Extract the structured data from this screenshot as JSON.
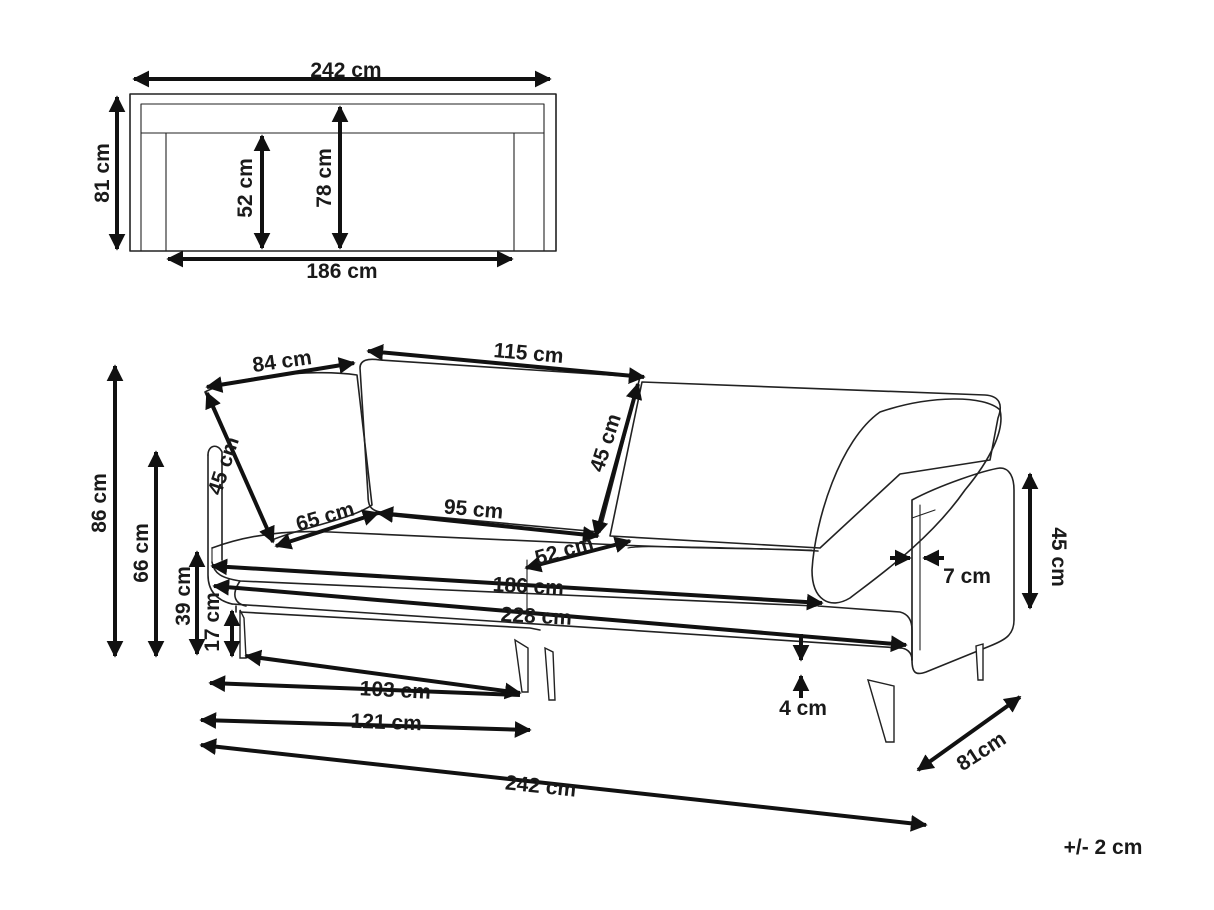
{
  "top_view": {
    "width": "242 cm",
    "depth": "81 cm",
    "seat_depth": "52 cm",
    "inner_depth": "78 cm",
    "seat_width": "186 cm"
  },
  "perspective_view": {
    "total_height": "86 cm",
    "arm_height": "66 cm",
    "seat_height": "39 cm",
    "leg_height": "17 cm",
    "back_cushion_width": "84 cm",
    "back_cushion_height": "45 cm",
    "middle_cushion_width": "115 cm",
    "middle_cushion_height": "45 cm",
    "seat_cushion_depth_left": "65 cm",
    "seat_cushion_width": "95 cm",
    "seat_cushion_depth": "52 cm",
    "seat_width": "186 cm",
    "inner_width": "228 cm",
    "arm_width": "7 cm",
    "arm_side_height": "45 cm",
    "base_thickness": "4 cm",
    "leg_span": "103 cm",
    "half_width": "121 cm",
    "overall_width": "242 cm",
    "overall_depth": "81cm"
  },
  "tolerance": "+/- 2 cm"
}
